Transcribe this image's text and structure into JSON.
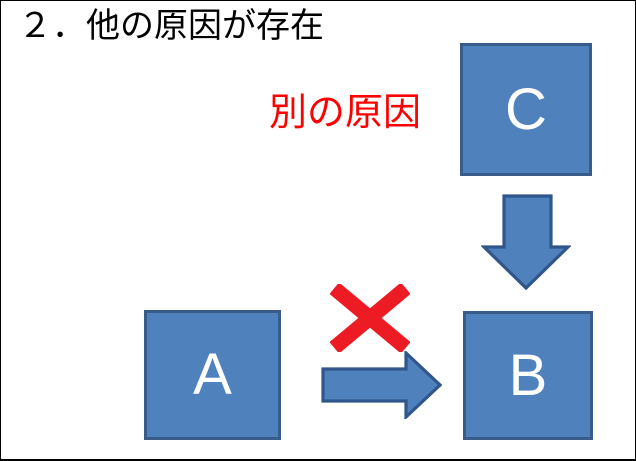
{
  "slide": {
    "title": "２．他の原因が存在",
    "other_cause_label": "別の原因"
  },
  "nodes": {
    "a": {
      "label": "A"
    },
    "b": {
      "label": "B"
    },
    "c": {
      "label": "C"
    }
  },
  "icons": {
    "arrow_down": {
      "name": "arrow-down-icon",
      "glyph": "⬇"
    },
    "arrow_right": {
      "name": "arrow-right-icon",
      "glyph": "➡"
    },
    "cross": {
      "name": "cross-mark-icon",
      "glyph": "✕"
    }
  },
  "colors": {
    "slide_bg": "#ffffff",
    "frame_border": "#000000",
    "title_color": "#000000",
    "label_red": "#ff0000",
    "cross_red": "#ed1c24",
    "box_fill": "#4f81bd",
    "box_border": "#385d8a",
    "arrow_fill": "#4f81bd",
    "arrow_border": "#31568c"
  }
}
